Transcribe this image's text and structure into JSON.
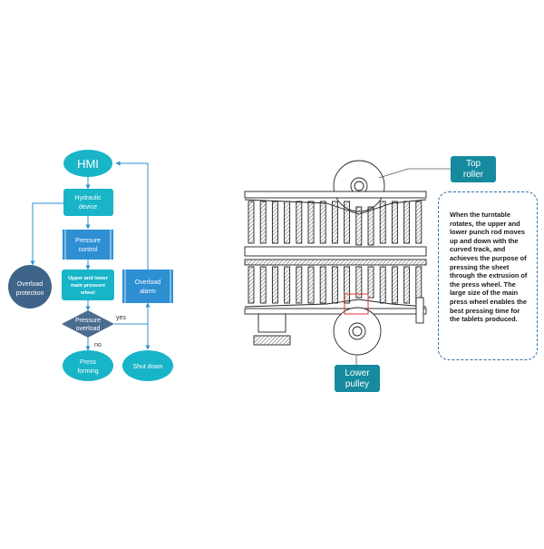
{
  "colors": {
    "teal": "#18b4c8",
    "blue": "#2e8fd3",
    "navy": "#3f6489",
    "diamond": "#4b6b8f",
    "line": "#2e8fd3",
    "callout": "#168a9e"
  },
  "flowchart": {
    "hmi": "HMI",
    "hydraulic": [
      "Hydraulic",
      "device"
    ],
    "pressure_control": [
      "Pressure",
      "control"
    ],
    "main_wheel": [
      "Upper and lower",
      "main pressure",
      "wheel"
    ],
    "overload_protection": [
      "Overload",
      "protection"
    ],
    "pressure_overload": [
      "Pressure",
      "overload"
    ],
    "overload_alarm": [
      "Overload",
      "alarm"
    ],
    "press_forming": [
      "Press",
      "forming"
    ],
    "shut_down": "Shut down",
    "yes_label": "yes",
    "no_label": "no"
  },
  "machine": {
    "top_roller": [
      "Top",
      "roller"
    ],
    "lower_pulley": [
      "Lower",
      "pulley"
    ],
    "description": "When the turntable rotates, the upper and lower punch rod moves up and down with the curved track, and achieves the purpose of pressing the sheet through the extrusion of the press wheel. The large size of the main press wheel enables the best pressing time for the tablets produced."
  }
}
